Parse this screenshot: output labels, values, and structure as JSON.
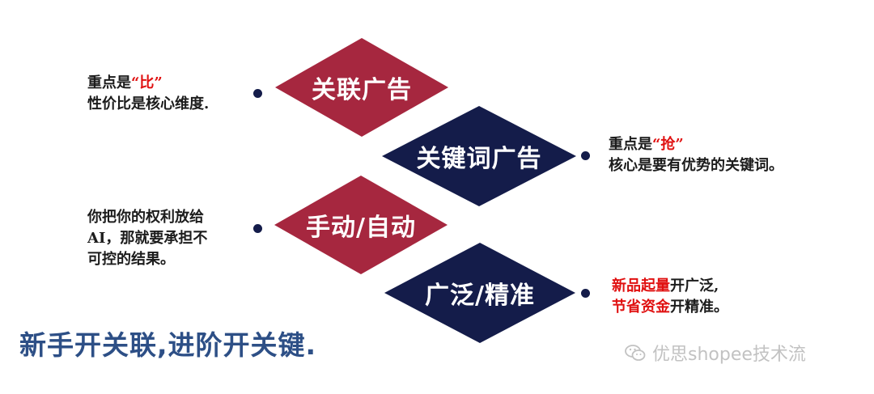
{
  "diamonds": {
    "related_ads": "关联广告",
    "keyword_ads": "关键词广告",
    "manual_auto": "手动/自动",
    "broad_exact": "广泛/精准"
  },
  "notes": {
    "related": {
      "prefix": "重点是",
      "highlight": "“比”",
      "line2": "性价比是核心维度."
    },
    "keyword": {
      "prefix": "重点是",
      "highlight": "“抢”",
      "line2": "核心是要有优势的关键词。"
    },
    "manual": {
      "line1": "你把你的权利放给",
      "line2": "AI，那就要承担不",
      "line3": "可控的结果。"
    },
    "broad": {
      "line1_highlight": "新品起量",
      "line1_rest": "开广泛,",
      "line2_highlight": "节省资金",
      "line2_rest": "开精准。"
    }
  },
  "tagline": "新手开关联,进阶开关键.",
  "watermark": "优思shopee技术流",
  "colors": {
    "red": "#a6273f",
    "navy": "#141c4a",
    "highlight": "#e01010",
    "tagline": "#2d4f86"
  }
}
